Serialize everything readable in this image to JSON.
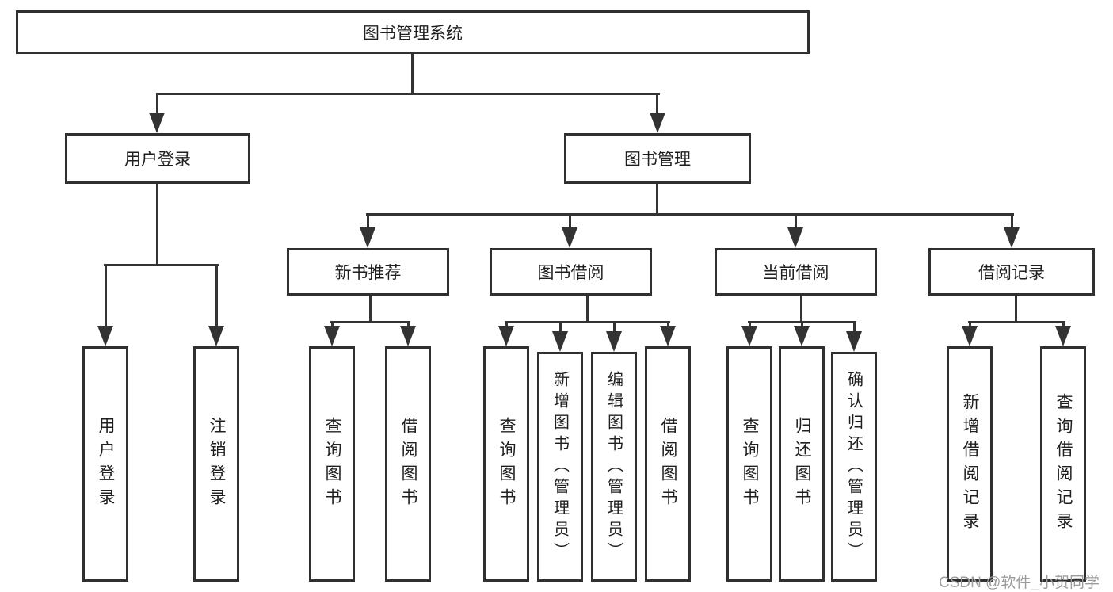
{
  "diagram": {
    "root": {
      "label": "图书管理系统"
    },
    "branches": [
      {
        "label": "用户登录",
        "children": [
          {
            "label": "用户登录"
          },
          {
            "label": "注销登录"
          }
        ]
      },
      {
        "label": "图书管理",
        "children": [
          {
            "label": "新书推荐",
            "children": [
              {
                "label": "查询图书"
              },
              {
                "label": "借阅图书"
              }
            ]
          },
          {
            "label": "图书借阅",
            "children": [
              {
                "label": "查询图书"
              },
              {
                "label": "新增图书（管理员）"
              },
              {
                "label": "编辑图书（管理员）"
              },
              {
                "label": "借阅图书"
              }
            ]
          },
          {
            "label": "当前借阅",
            "children": [
              {
                "label": "查询图书"
              },
              {
                "label": "归还图书"
              },
              {
                "label": "确认归还（管理员）"
              }
            ]
          },
          {
            "label": "借阅记录",
            "children": [
              {
                "label": "新增借阅记录"
              },
              {
                "label": "查询借阅记录"
              }
            ]
          }
        ]
      }
    ]
  },
  "watermark": {
    "text": "CSDN @软件_小贺同学"
  },
  "colors": {
    "line": "#333333",
    "node_border": "#303030",
    "node_bg": "#ffffff",
    "text": "#1f1f1f",
    "watermark": "#9c9c9c",
    "page_bg": "#ffffff"
  }
}
